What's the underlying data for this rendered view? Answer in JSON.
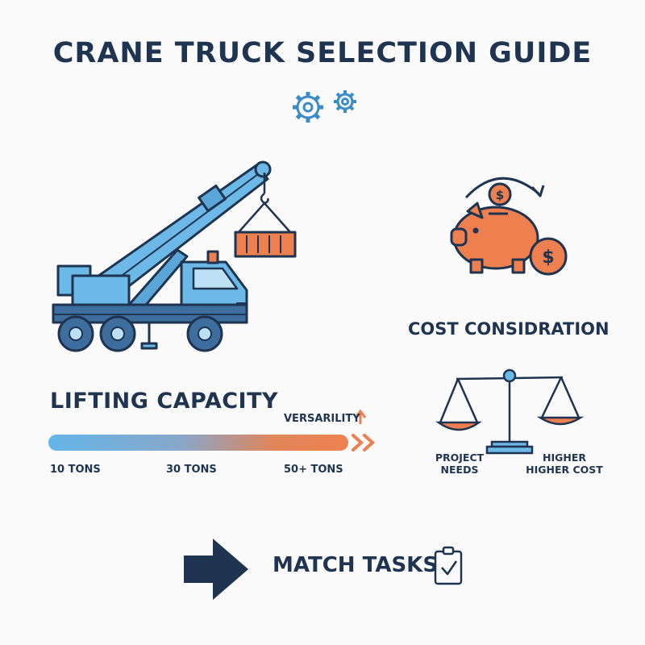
{
  "title": "CRANE TRUCK SELECTION GUIDE",
  "lifting": {
    "heading": "LIFTING CAPACITY",
    "versatility_label": "VERSARILITY",
    "ticks": [
      "10 TONS",
      "30 TONS",
      "50+ TONS"
    ]
  },
  "cost": {
    "heading": "COST CONSIDRATION",
    "left_pan_label": "PROJECT\nNEEDS",
    "right_pan_label": "HIGHER\nHIGHER COST"
  },
  "footer": {
    "action_label": "MATCH TASKS"
  },
  "colors": {
    "navy": "#1e3450",
    "blue": "#5ab0e0",
    "orange": "#ee7f4f"
  }
}
